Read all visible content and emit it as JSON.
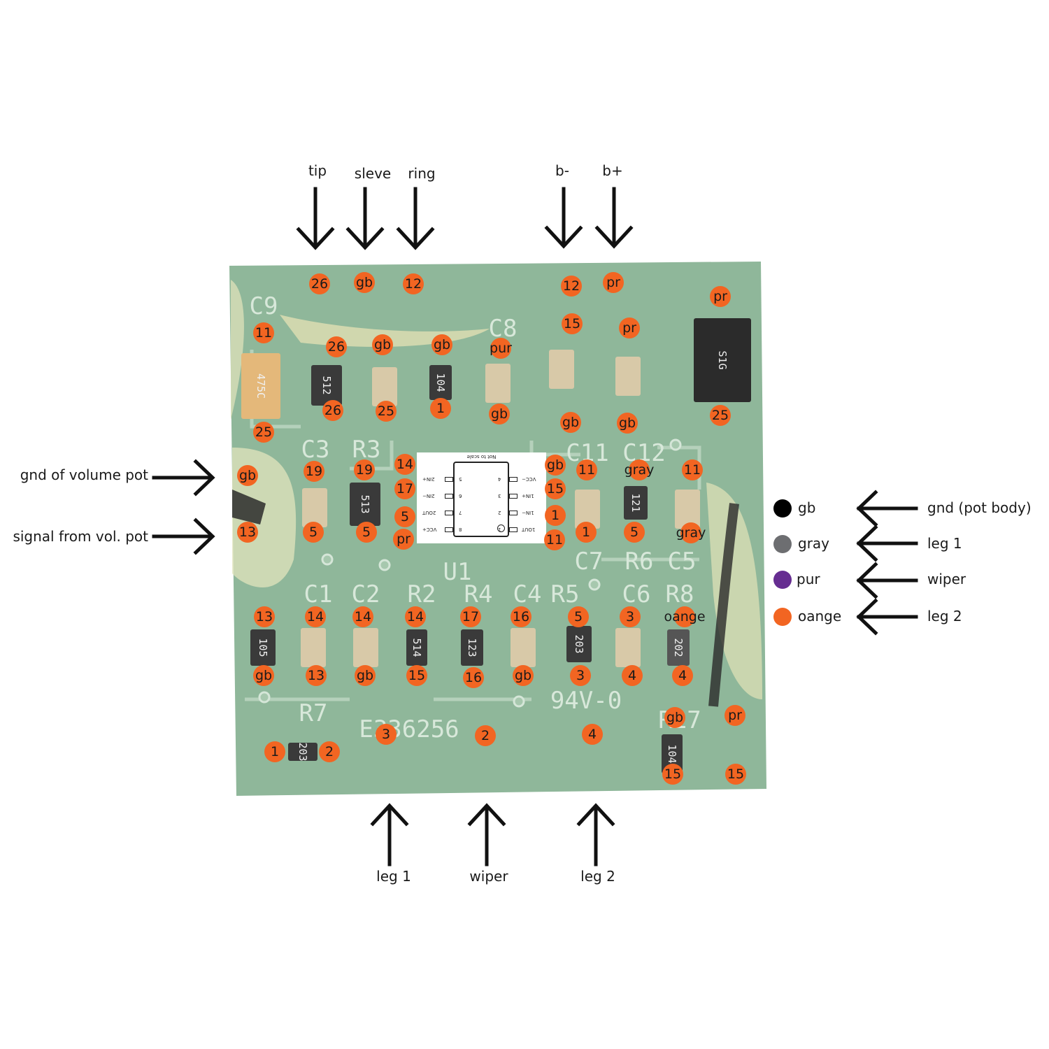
{
  "colors": {
    "dot": "#f26522",
    "gb": "#000000",
    "gray": "#6d6e71",
    "pur": "#662d91",
    "board": "#8fb79a",
    "arrow": "#111111"
  },
  "top_labels": [
    "tip",
    "sleve",
    "ring",
    "b-",
    "b+"
  ],
  "left_labels": [
    "gnd of volume pot",
    "signal from vol. pot"
  ],
  "bottom_labels": [
    "leg 1",
    "wiper",
    "leg 2"
  ],
  "legend": {
    "items": [
      {
        "swatch": "gb",
        "label": "gb",
        "meaning": "gnd (pot body)"
      },
      {
        "swatch": "gray",
        "label": "gray",
        "meaning": "leg 1"
      },
      {
        "swatch": "pur",
        "label": "pur",
        "meaning": "wiper"
      },
      {
        "swatch": "orange",
        "label": "oange",
        "meaning": "leg 2"
      }
    ]
  },
  "silkscreen": [
    "C9",
    "C8",
    "C3",
    "R3",
    "C11",
    "C12",
    "U1",
    "C7",
    "R6",
    "C5",
    "C1",
    "C2",
    "R2",
    "R4",
    "C4",
    "R5",
    "C6",
    "R8",
    "R7",
    "R17",
    "E336256",
    "94V-0"
  ],
  "component_markings": [
    "512",
    "104",
    "513",
    "121",
    "105",
    "514",
    "123",
    "203",
    "202",
    "203",
    "S1G",
    "475C",
    "104"
  ],
  "chip": {
    "note": "Not to scale",
    "left_pins": [
      "2IN+",
      "2IN−",
      "2OUT",
      "VCC+"
    ],
    "left_nums": [
      "5",
      "6",
      "7",
      "8"
    ],
    "right_pins": [
      "VCC−",
      "1IN+",
      "1IN−",
      "1OUT"
    ],
    "right_nums": [
      "4",
      "3",
      "2",
      "1"
    ]
  },
  "pads": [
    "26",
    "gb",
    "12",
    "12",
    "pr",
    "pr",
    "11",
    "26",
    "gb",
    "gb",
    "pur",
    "15",
    "pr",
    "25",
    "26",
    "25",
    "1",
    "gb",
    "gb",
    "gb",
    "25",
    "gb",
    "19",
    "19",
    "14",
    "17",
    "5",
    "pr",
    "gb",
    "15",
    "1",
    "11",
    "11",
    "gray",
    "11",
    "13",
    "5",
    "5",
    "1",
    "5",
    "gray",
    "13",
    "14",
    "14",
    "14",
    "17",
    "16",
    "5",
    "3",
    "oange",
    "gb",
    "13",
    "gb",
    "15",
    "16",
    "gb",
    "3",
    "4",
    "4",
    "gb",
    "pr",
    "3",
    "2",
    "4",
    "1",
    "2",
    "15",
    "15"
  ]
}
